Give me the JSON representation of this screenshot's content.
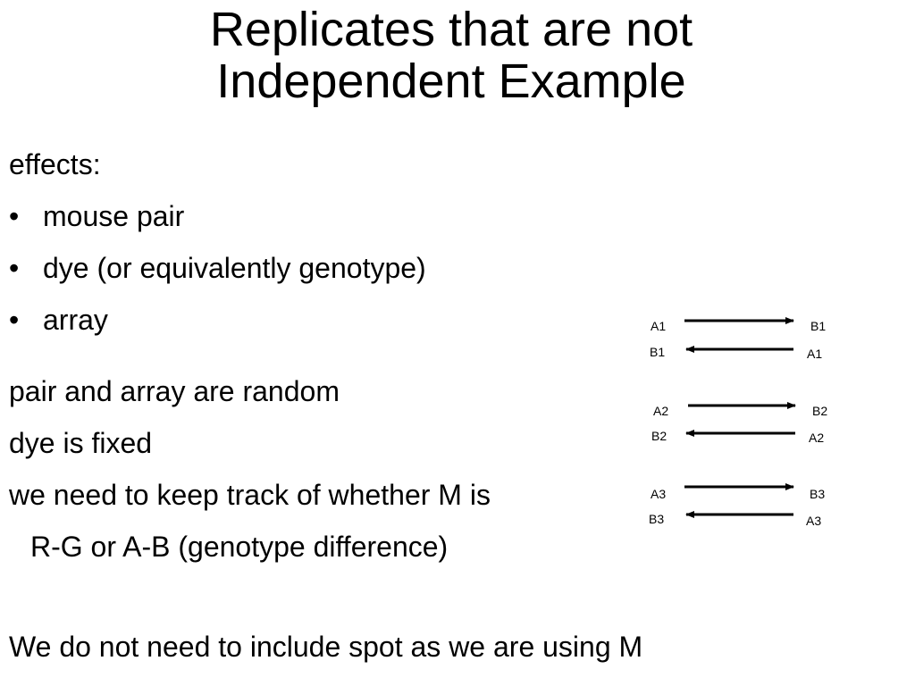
{
  "title": {
    "line1": "Replicates that are not",
    "line2": "Independent Example"
  },
  "effects_heading": "effects:",
  "bullet_char": "•",
  "effects": [
    "mouse pair",
    "dye (or equivalently genotype)",
    "array"
  ],
  "notes": [
    "pair and array are random",
    "dye is fixed",
    "we need to keep track of whether M is",
    "R-G or A-B (genotype difference)"
  ],
  "conclusion": "We do not need to include spot as we are using M",
  "diagram": {
    "pairs": [
      {
        "top_left": "A1",
        "top_right": "B1",
        "bottom_left": "B1",
        "bottom_right": "A1"
      },
      {
        "top_left": "A2",
        "top_right": "B2",
        "bottom_left": "B2",
        "bottom_right": "A2"
      },
      {
        "top_left": "A3",
        "top_right": "B3",
        "bottom_left": "B3",
        "bottom_right": "A3"
      }
    ]
  }
}
